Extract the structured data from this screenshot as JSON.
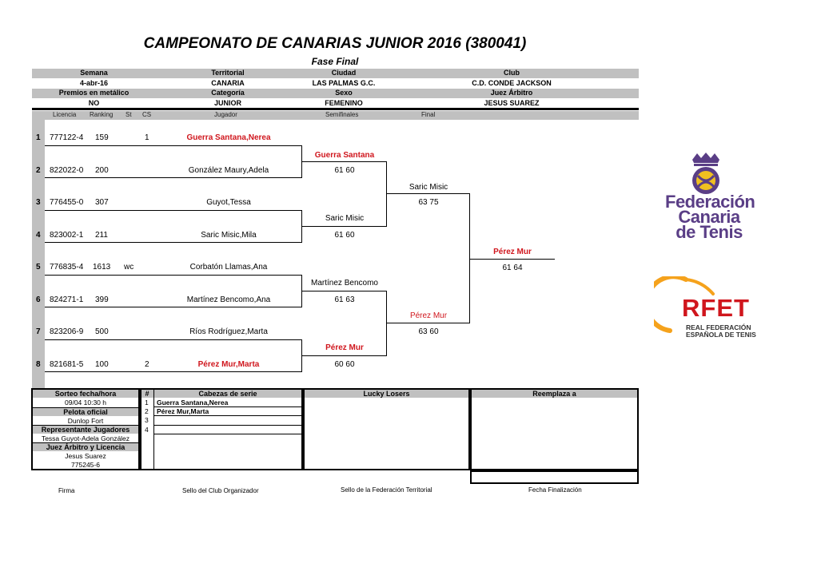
{
  "header": {
    "title": "CAMPEONATO DE CANARIAS JUNIOR 2016 (380041)",
    "subtitle": "Fase Final"
  },
  "info": {
    "row1_labels": [
      "Semana",
      "Territorial",
      "Ciudad",
      "Club"
    ],
    "row1_values": [
      "4-abr-16",
      "CANARIA",
      "LAS PALMAS G.C.",
      "C.D. CONDE JACKSON"
    ],
    "row2_labels": [
      "Premios en metálico",
      "Categoría",
      "Sexo",
      "Juez Árbitro"
    ],
    "row2_values": [
      "NO",
      "JUNIOR",
      "FEMENINO",
      "JESUS SUAREZ"
    ]
  },
  "columns": {
    "licencia": "Licencia",
    "ranking": "Ranking",
    "st": "St",
    "cs": "CS",
    "jugador": "Jugador",
    "semifinales": "Semifinales",
    "final": "Final"
  },
  "players": [
    {
      "n": "1",
      "licencia": "777122-4",
      "ranking": "159",
      "st": "",
      "cs": "1",
      "name": "Guerra Santana,Nerea"
    },
    {
      "n": "2",
      "licencia": "822022-0",
      "ranking": "200",
      "st": "",
      "cs": "",
      "name": "González Maury,Adela"
    },
    {
      "n": "3",
      "licencia": "776455-0",
      "ranking": "307",
      "st": "",
      "cs": "",
      "name": "Guyot,Tessa"
    },
    {
      "n": "4",
      "licencia": "823002-1",
      "ranking": "211",
      "st": "",
      "cs": "",
      "name": "Saric Misic,Mila"
    },
    {
      "n": "5",
      "licencia": "776835-4",
      "ranking": "1613",
      "st": "wc",
      "cs": "",
      "name": "Corbatón Llamas,Ana"
    },
    {
      "n": "6",
      "licencia": "824271-1",
      "ranking": "399",
      "st": "",
      "cs": "",
      "name": "Martínez Bencomo,Ana"
    },
    {
      "n": "7",
      "licencia": "823206-9",
      "ranking": "500",
      "st": "",
      "cs": "",
      "name": "Ríos Rodríguez,Marta"
    },
    {
      "n": "8",
      "licencia": "821681-5",
      "ranking": "100",
      "st": "",
      "cs": "2",
      "name": "Pérez Mur,Marta"
    }
  ],
  "semifinalists": [
    {
      "name": "Guerra Santana",
      "score": "61 60"
    },
    {
      "name": "Saric Misic",
      "score": "61 60"
    },
    {
      "name": "Martínez Bencomo",
      "score": "61 63"
    },
    {
      "name": "Pérez Mur",
      "score": "60 60"
    }
  ],
  "finalists": [
    {
      "name": "Saric Misic",
      "score": "63 75"
    },
    {
      "name": "Pérez Mur",
      "score": "63 60"
    }
  ],
  "champion": {
    "name": "Pérez Mur",
    "score": "61 64"
  },
  "bottom": {
    "sorteo_label": "Sorteo fecha/hora",
    "sorteo_value": "09/04  10:30 h",
    "pelota_label": "Pelota oficial",
    "pelota_value": "Dunlop Fort",
    "representante_label": "Representante Jugadores",
    "representante_value": "Tessa Guyot-Adela González",
    "juez_label": "Juez Árbitro y Licencia",
    "juez_name": "Jesus Suarez",
    "juez_licencia": "775245-6",
    "hash_label": "#",
    "seeds_label": "Cabezas  de serie",
    "seed_numbers": [
      "1",
      "2",
      "3",
      "4"
    ],
    "seeds": [
      "Guerra Santana,Nerea",
      "Pérez Mur,Marta",
      "",
      ""
    ],
    "lucky_label": "Lucky Losers",
    "reemplaza_label": "Reemplaza a"
  },
  "footer": {
    "firma": "Firma",
    "sello_club": "Sello del Club Organizador",
    "sello_fed": "Sello de la Federación Territorial",
    "fecha_fin": "Fecha Finalización"
  },
  "logos": {
    "fct_line1": "Federación",
    "fct_line2": "Canaria",
    "fct_line3": "de Tenis",
    "rfet_main": "RFET",
    "rfet_sub1": "REAL FEDERACIÓN",
    "rfet_sub2": "ESPAÑOLA DE TENIS"
  },
  "colors": {
    "red": "#d0161d",
    "header_grey": "#c0c0c0",
    "fct_purple": "#5a3e86",
    "rfet_orange": "#f5a21c"
  }
}
